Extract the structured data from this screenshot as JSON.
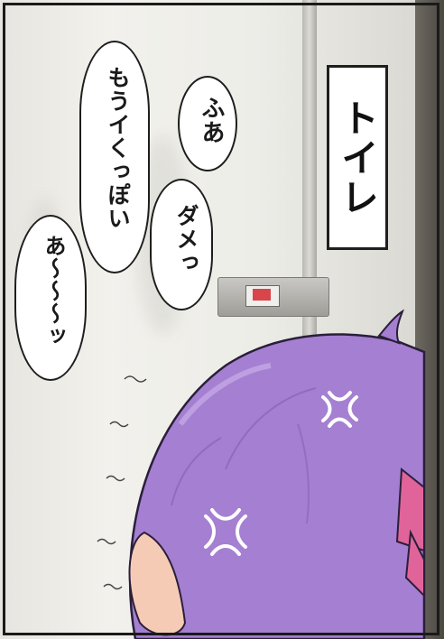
{
  "sign": {
    "label": "トイレ"
  },
  "dialogue": [
    {
      "id": "fua",
      "text": "ふあ"
    },
    {
      "id": "moukuppoi",
      "text": "もうイくっぽい"
    },
    {
      "id": "dame",
      "text": "ダメっ"
    },
    {
      "id": "aa",
      "text": "あ〜〜〜ッ"
    }
  ],
  "colors": {
    "hair": "#a57fd1",
    "bow": "#e0649a",
    "lock_indicator": "#d8454a"
  }
}
